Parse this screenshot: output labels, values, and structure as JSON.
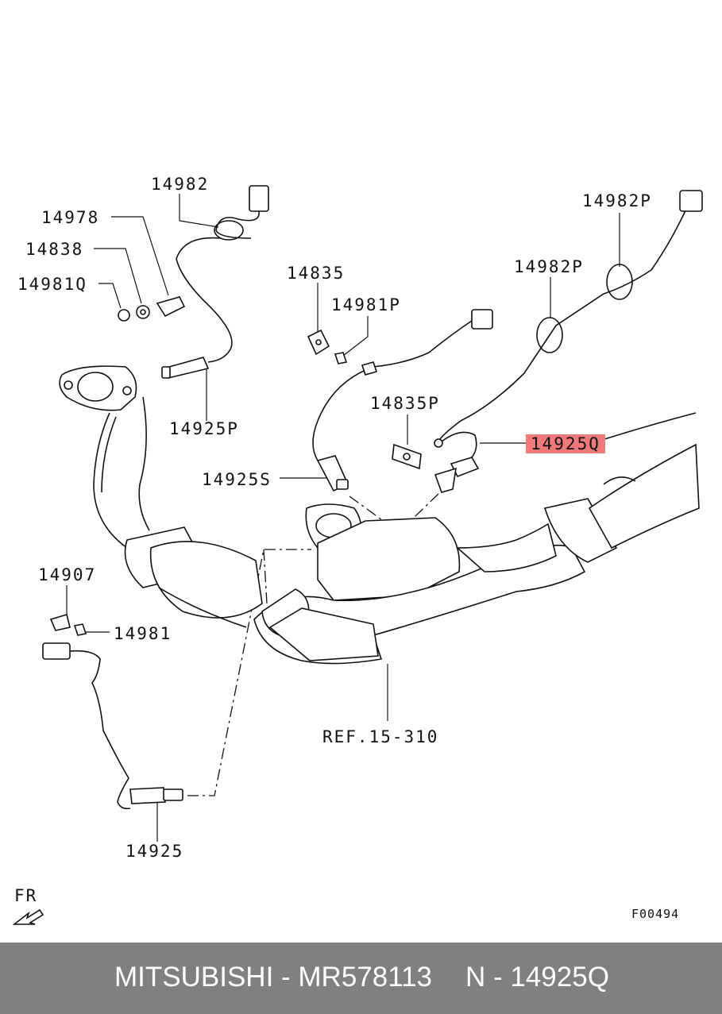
{
  "labels": {
    "p14982": "14982",
    "p14978": "14978",
    "p14838": "14838",
    "p14981Q": "14981Q",
    "p14925P": "14925P",
    "p14835": "14835",
    "p14981P": "14981P",
    "p14982P_top": "14982P",
    "p14982P_mid": "14982P",
    "p14835P": "14835P",
    "p14925Q": "14925Q",
    "p14925S": "14925S",
    "p14907": "14907",
    "p14981": "14981",
    "ref": "REF.15-310",
    "p14925": "14925",
    "fr": "FR",
    "fig_code": "F00494"
  },
  "footer": {
    "brand_part": "MITSUBISHI - MR578113",
    "ref_code": "N - 14925Q"
  },
  "colors": {
    "highlight": "#f07a7a",
    "footer_bg": "#808080",
    "footer_text": "#ffffff"
  }
}
